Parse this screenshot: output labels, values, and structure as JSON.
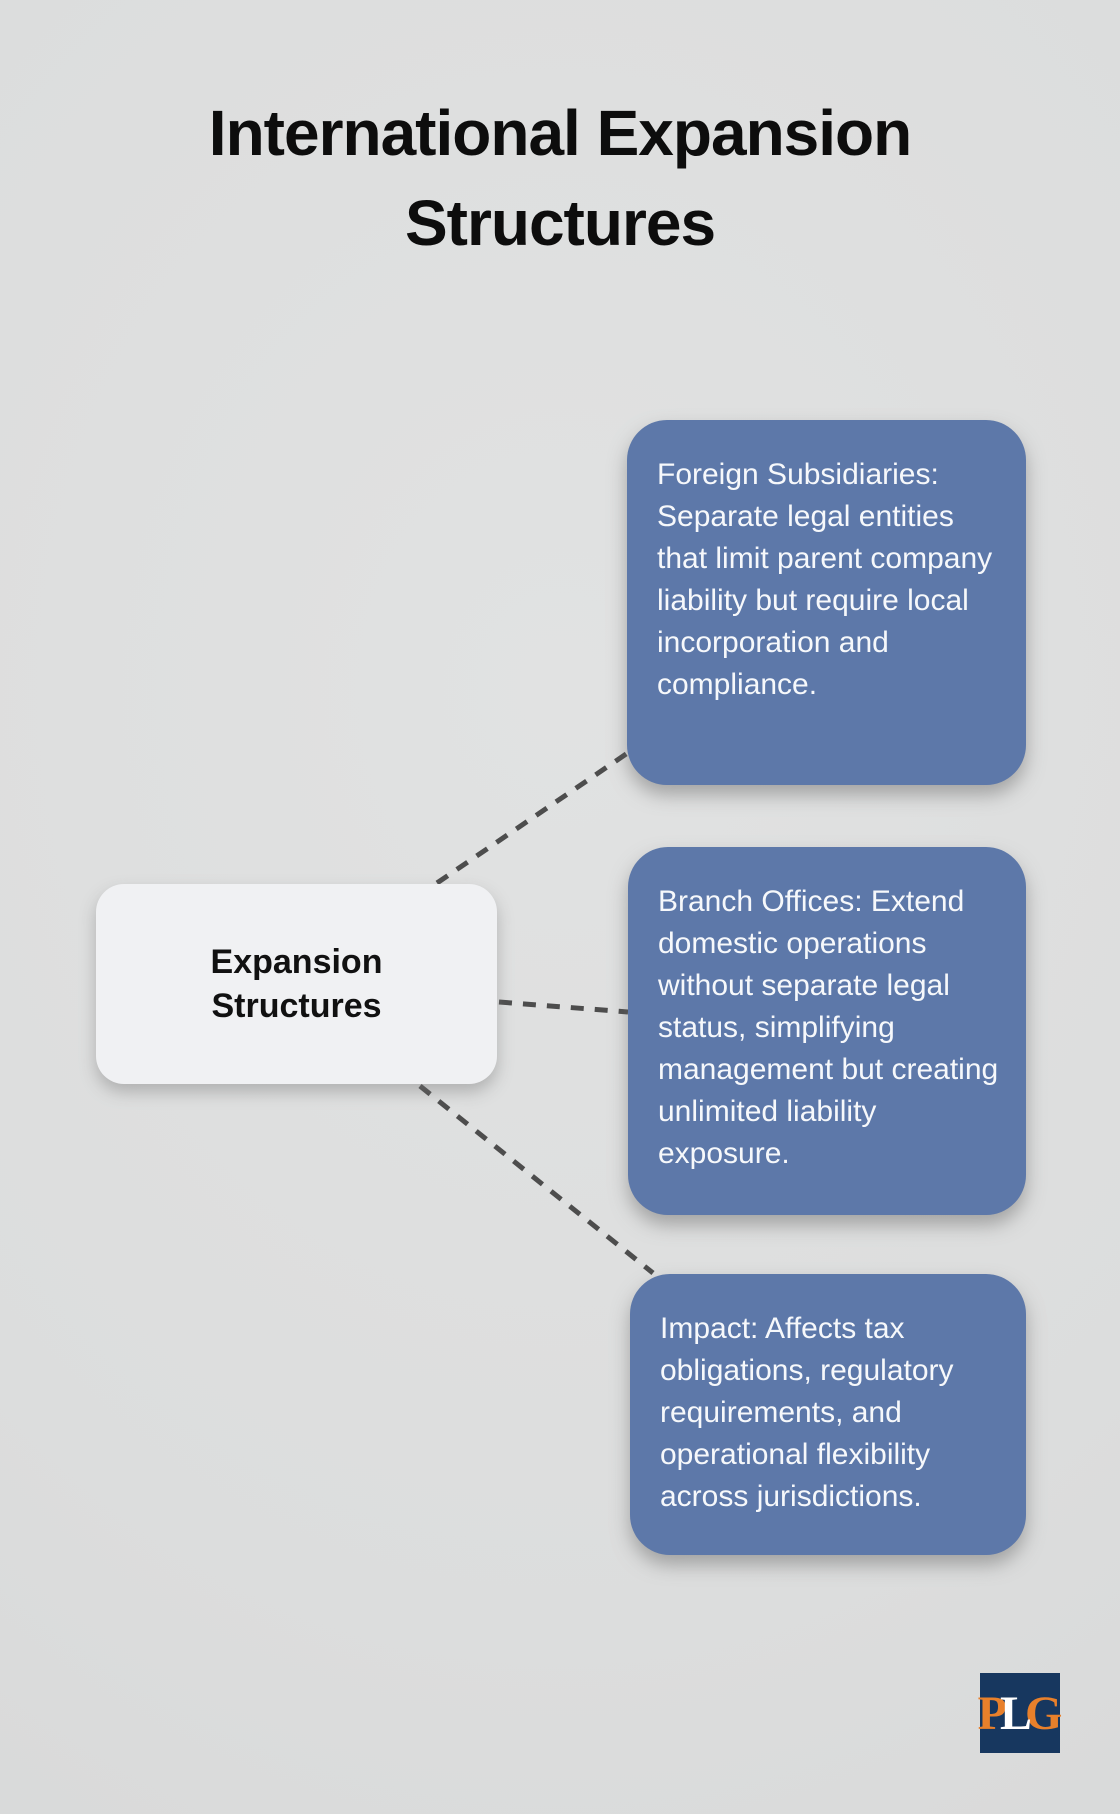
{
  "title": {
    "full": "International Expansion Structures",
    "lines": [
      "International Expansion",
      "Structures"
    ]
  },
  "center_node": {
    "label": "Expansion Structures"
  },
  "boxes": [
    {
      "name": "foreign-subsidiaries",
      "text": "Foreign Subsidiaries: Separate legal entities that limit parent company liability but require local incorporation and compliance."
    },
    {
      "name": "branch-offices",
      "text": "Branch Offices: Extend domestic operations without separate legal status, simplifying management but creating unlimited liability exposure."
    },
    {
      "name": "impact",
      "text": "Impact: Affects tax obligations, regulatory requirements, and operational flexibility across jurisdictions."
    }
  ],
  "logo": {
    "letters": [
      "P",
      "L",
      "G"
    ],
    "background": "#17375f",
    "letter_colors": [
      "#e8802b",
      "#ffffff",
      "#e8802b"
    ]
  },
  "colors": {
    "background": "#dcdddd",
    "info_box_blue": "#5d78a9",
    "info_box_text": "#f6f8fb",
    "center_node_bg": "#f0f1f3",
    "center_node_text": "#111111",
    "connector_line": "#4d4d4d",
    "title_text": "#0d0d0d"
  }
}
